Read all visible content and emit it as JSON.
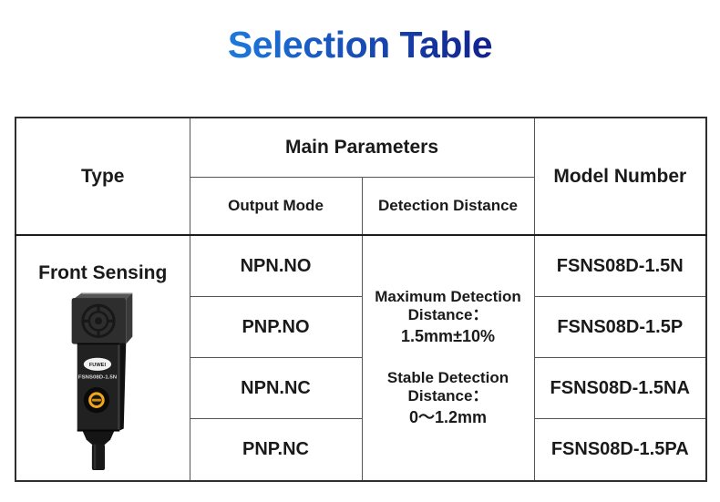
{
  "page": {
    "title": "Selection Table",
    "title_gradient": [
      "#1d79dd",
      "#12208c"
    ]
  },
  "table": {
    "headers": {
      "type": "Type",
      "main_parameters": "Main Parameters",
      "output_mode": "Output Mode",
      "detection_distance": "Detection Distance",
      "model_number": "Model Number"
    },
    "type_cell": {
      "label": "Front Sensing",
      "product": {
        "brand": "FUWEI",
        "model_label": "FSNS08D-1.5N",
        "accent_color": "#f2a71b",
        "accent_dark": "#cf8d12"
      }
    },
    "detection": {
      "maximum": {
        "line1": "Maximum Detection",
        "line2": "Distance：",
        "value": "1.5mm±10%"
      },
      "stable": {
        "line1": "Stable Detection",
        "line2": "Distance：",
        "value": "0～1.2mm"
      }
    },
    "rows": [
      {
        "output_mode": "NPN.NO",
        "model_number": "FSNS08D-1.5N"
      },
      {
        "output_mode": "PNP.NO",
        "model_number": "FSNS08D-1.5P"
      },
      {
        "output_mode": "NPN.NC",
        "model_number": "FSNS08D-1.5NA"
      },
      {
        "output_mode": "PNP.NC",
        "model_number": "FSNS08D-1.5PA"
      }
    ]
  }
}
